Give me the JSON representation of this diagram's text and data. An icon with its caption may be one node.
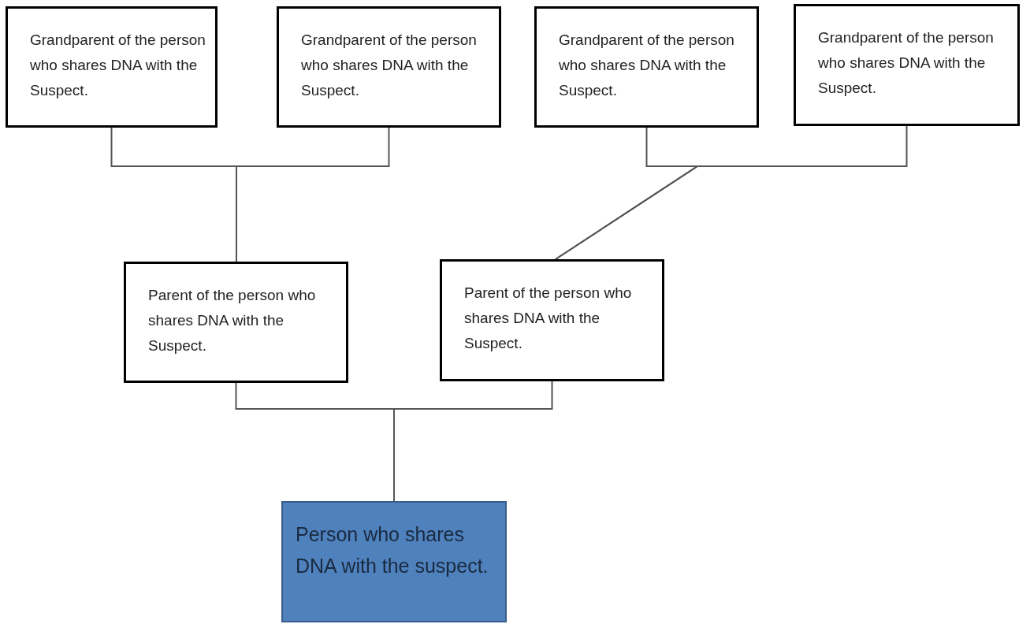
{
  "diagram": {
    "nodes": [
      {
        "text": [
          "Grandparent of the person who shares DNA with the Suspect."
        ]
      },
      {
        "text": [
          "Grandparent of the person who shares DNA with the Suspect."
        ]
      },
      {
        "text": [
          "Grandparent of the person who shares DNA with the Suspect."
        ]
      },
      {
        "text": [
          "Grandparent of the person who shares DNA with the Suspect."
        ]
      },
      {
        "text": [
          "Parent of the person who shares DNA with the Suspect."
        ]
      },
      {
        "text": [
          "Parent of the person who shares DNA with the Suspect."
        ]
      },
      {
        "text": [
          "Person who shares DNA with the suspect."
        ]
      }
    ],
    "edges": [
      {
        "from": 0,
        "to": 4,
        "arrow": "none"
      },
      {
        "from": 1,
        "to": 4,
        "arrow": "none"
      },
      {
        "from": 2,
        "to": 5,
        "arrow": "none"
      },
      {
        "from": 3,
        "to": 5,
        "arrow": "none"
      },
      {
        "from": 4,
        "to": 6,
        "arrow": "none"
      },
      {
        "from": 5,
        "to": 6,
        "arrow": "none"
      }
    ]
  }
}
